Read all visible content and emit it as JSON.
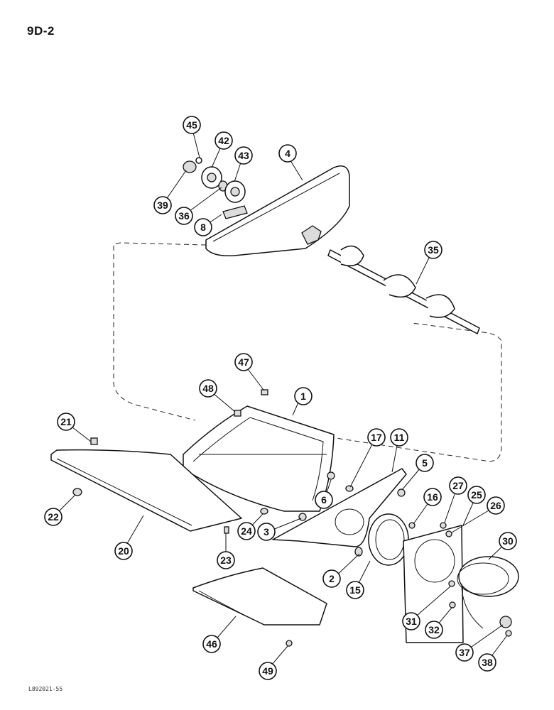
{
  "page": {
    "number": "9D-2",
    "figure_code": "L892021-55"
  },
  "callouts": [
    {
      "id": "c1",
      "label": "1"
    },
    {
      "id": "c2",
      "label": "2"
    },
    {
      "id": "c3",
      "label": "3"
    },
    {
      "id": "c4",
      "label": "4"
    },
    {
      "id": "c5",
      "label": "5"
    },
    {
      "id": "c6",
      "label": "6"
    },
    {
      "id": "c8",
      "label": "8"
    },
    {
      "id": "c11",
      "label": "11"
    },
    {
      "id": "c15",
      "label": "15"
    },
    {
      "id": "c16",
      "label": "16"
    },
    {
      "id": "c17",
      "label": "17"
    },
    {
      "id": "c20",
      "label": "20"
    },
    {
      "id": "c21",
      "label": "21"
    },
    {
      "id": "c22",
      "label": "22"
    },
    {
      "id": "c23",
      "label": "23"
    },
    {
      "id": "c24",
      "label": "24"
    },
    {
      "id": "c25",
      "label": "25"
    },
    {
      "id": "c26",
      "label": "26"
    },
    {
      "id": "c27",
      "label": "27"
    },
    {
      "id": "c30",
      "label": "30"
    },
    {
      "id": "c31",
      "label": "31"
    },
    {
      "id": "c32",
      "label": "32"
    },
    {
      "id": "c35",
      "label": "35"
    },
    {
      "id": "c36",
      "label": "36"
    },
    {
      "id": "c37",
      "label": "37"
    },
    {
      "id": "c38",
      "label": "38"
    },
    {
      "id": "c39",
      "label": "39"
    },
    {
      "id": "c42",
      "label": "42"
    },
    {
      "id": "c43",
      "label": "43"
    },
    {
      "id": "c45",
      "label": "45"
    },
    {
      "id": "c46",
      "label": "46"
    },
    {
      "id": "c47",
      "label": "47"
    },
    {
      "id": "c48",
      "label": "48"
    },
    {
      "id": "c49",
      "label": "49"
    }
  ]
}
